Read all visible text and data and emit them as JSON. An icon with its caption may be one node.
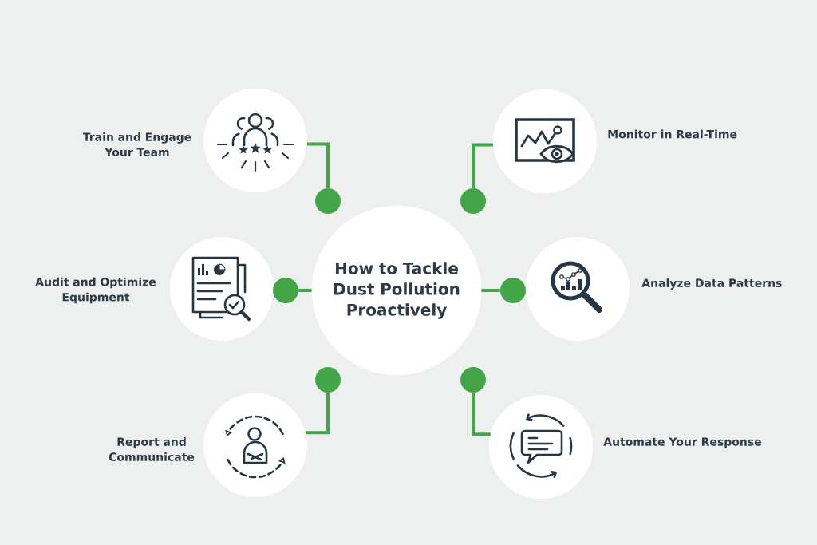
{
  "diagram": {
    "nodes": [
      {
        "text": [
          "How to Tackle Dust Pollution Proactively"
        ]
      },
      {
        "text": [
          "Train and Engage Your Team"
        ]
      },
      {
        "text": [
          "Monitor in Real-Time"
        ]
      },
      {
        "text": [
          "Audit and Optimize Equipment"
        ]
      },
      {
        "text": [
          "Analyze Data Patterns"
        ]
      },
      {
        "text": [
          "Report and Communicate"
        ]
      },
      {
        "text": [
          "Automate Your Response"
        ]
      },
      {
        "text": [],
        "shape": "circle"
      },
      {
        "text": [],
        "shape": "circle"
      },
      {
        "text": [],
        "shape": "circle"
      },
      {
        "text": [],
        "shape": "circle"
      },
      {
        "text": [],
        "shape": "circle"
      },
      {
        "text": [],
        "shape": "circle"
      }
    ],
    "edges": [
      {
        "from": 1,
        "to": 7,
        "arrow": "none"
      },
      {
        "from": 2,
        "to": 8,
        "arrow": "none"
      },
      {
        "from": 9,
        "to": 0,
        "arrow": "none"
      },
      {
        "from": 0,
        "to": 10,
        "arrow": "none"
      },
      {
        "from": 5,
        "to": 11,
        "arrow": "none"
      },
      {
        "from": 6,
        "to": 12,
        "arrow": "none"
      }
    ]
  }
}
